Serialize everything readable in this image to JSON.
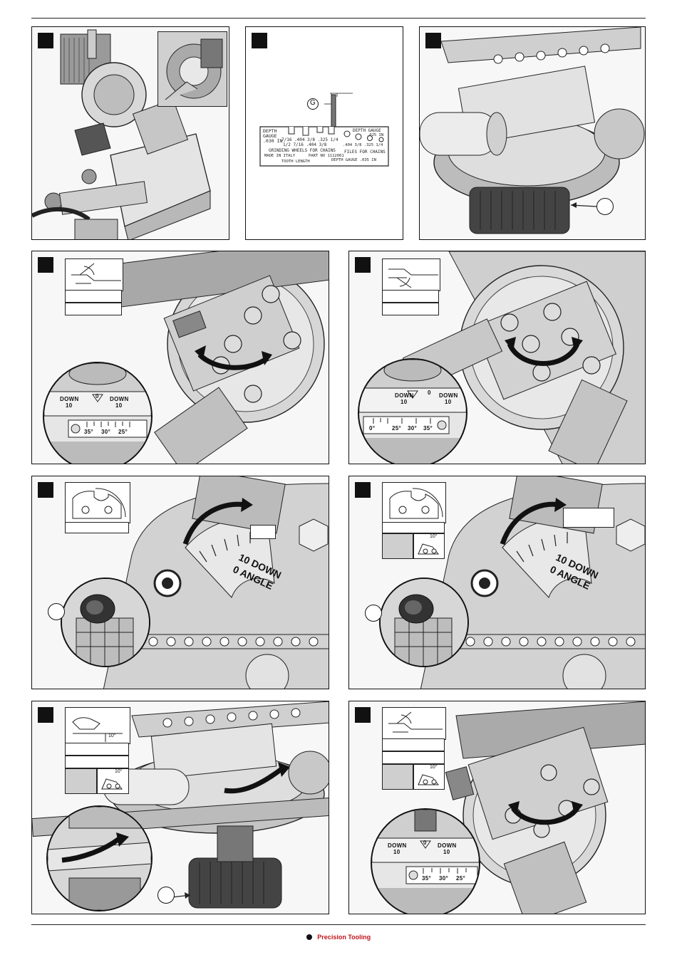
{
  "footer": {
    "brand": "Precision Tooling"
  },
  "gauge": {
    "callout_g": "G",
    "depth_gauge_left": "DEPTH",
    "depth_gauge_left2": "GAUGE",
    "depth_left_value": ".030 IN",
    "sizes_top": "7/16  .404  3/8  .325  1/4",
    "sizes_mid": "1/2   7/16  .404  3/8",
    "grinding": "GRINDING WHEELS FOR CHAINS",
    "made_in": "MADE IN ITALY",
    "part_no": "PART NO 1112001",
    "tooth_length": "TOOTH LENGTH",
    "depth_gauge_right": "DEPTH GAUGE",
    "depth_right_value": ".025 IN",
    "file_sizes": ".404  3/8  .325  1/4",
    "files_for_chains": "FILES FOR CHAINS",
    "depth_gauge_bottom": "DEPTH GAUGE .035 IN"
  },
  "scale": {
    "down": "DOWN",
    "ten": "10",
    "zero": "0",
    "deg35": "35°",
    "deg30": "30°",
    "deg25": "25°",
    "deg0": "0°",
    "ten_down": "10 DOWN",
    "zero_angle": "0 ANGLE",
    "ten_deg": "10°"
  }
}
